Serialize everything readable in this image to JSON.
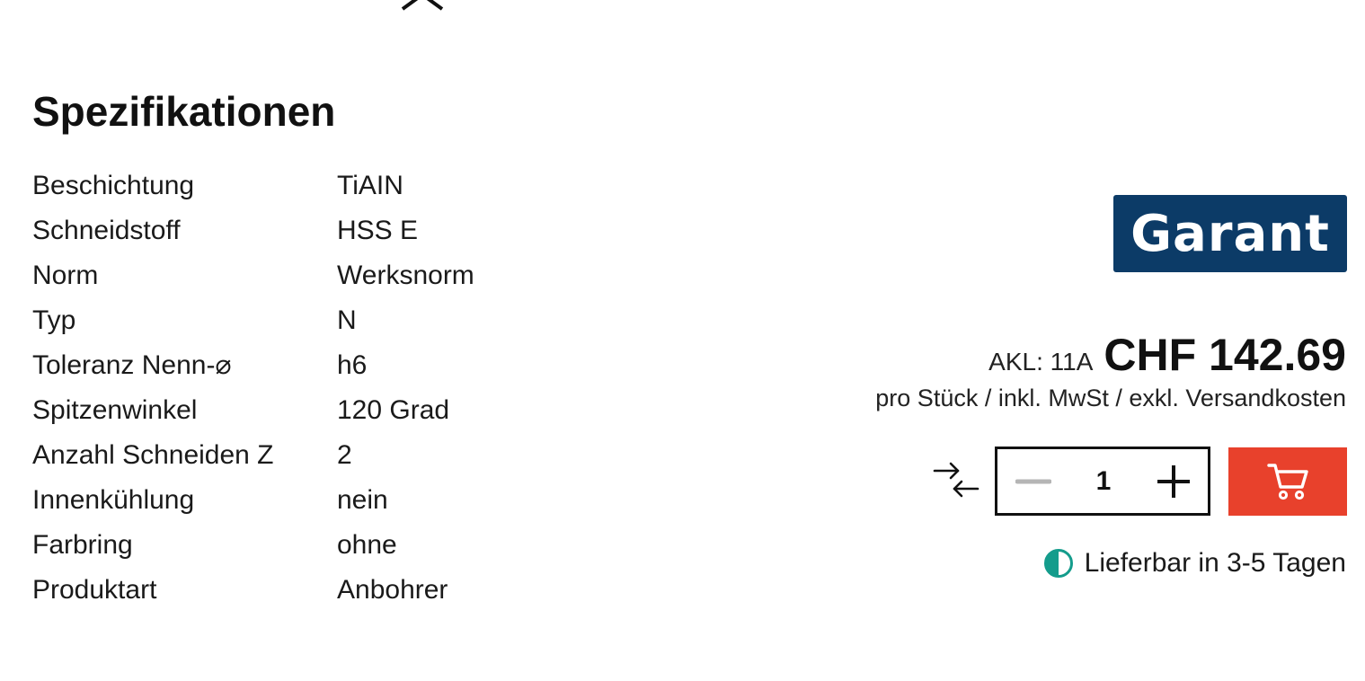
{
  "specs": {
    "title": "Spezifikationen",
    "rows": [
      {
        "label": "Beschichtung",
        "value": "TiAIN"
      },
      {
        "label": "Schneidstoff",
        "value": "HSS E"
      },
      {
        "label": "Norm",
        "value": "Werksnorm"
      },
      {
        "label": "Typ",
        "value": "N"
      },
      {
        "label": "Toleranz Nenn-⌀",
        "value": "h6"
      },
      {
        "label": "Spitzenwinkel",
        "value": "120 Grad"
      },
      {
        "label": "Anzahl Schneiden Z",
        "value": "2"
      },
      {
        "label": "Innenkühlung",
        "value": "nein"
      },
      {
        "label": "Farbring",
        "value": "ohne"
      },
      {
        "label": "Produktart",
        "value": "Anbohrer"
      }
    ]
  },
  "brand": {
    "name": "Garant",
    "color": "#0c3b67"
  },
  "pricing": {
    "akl": "AKL: 11A",
    "price": "CHF 142.69",
    "note": "pro Stück / inkl. MwSt / exkl. Versandkosten"
  },
  "quantity": {
    "value": "1"
  },
  "availability": {
    "text": "Lieferbar in 3-5 Tagen",
    "color": "#149c8c"
  },
  "colors": {
    "cart": "#e8412c",
    "text": "#111111"
  },
  "icons": {
    "close": "close-icon",
    "compare": "compare-arrows-icon",
    "minus": "minus-icon",
    "plus": "plus-icon",
    "cart": "cart-icon",
    "availability": "half-circle-icon"
  }
}
